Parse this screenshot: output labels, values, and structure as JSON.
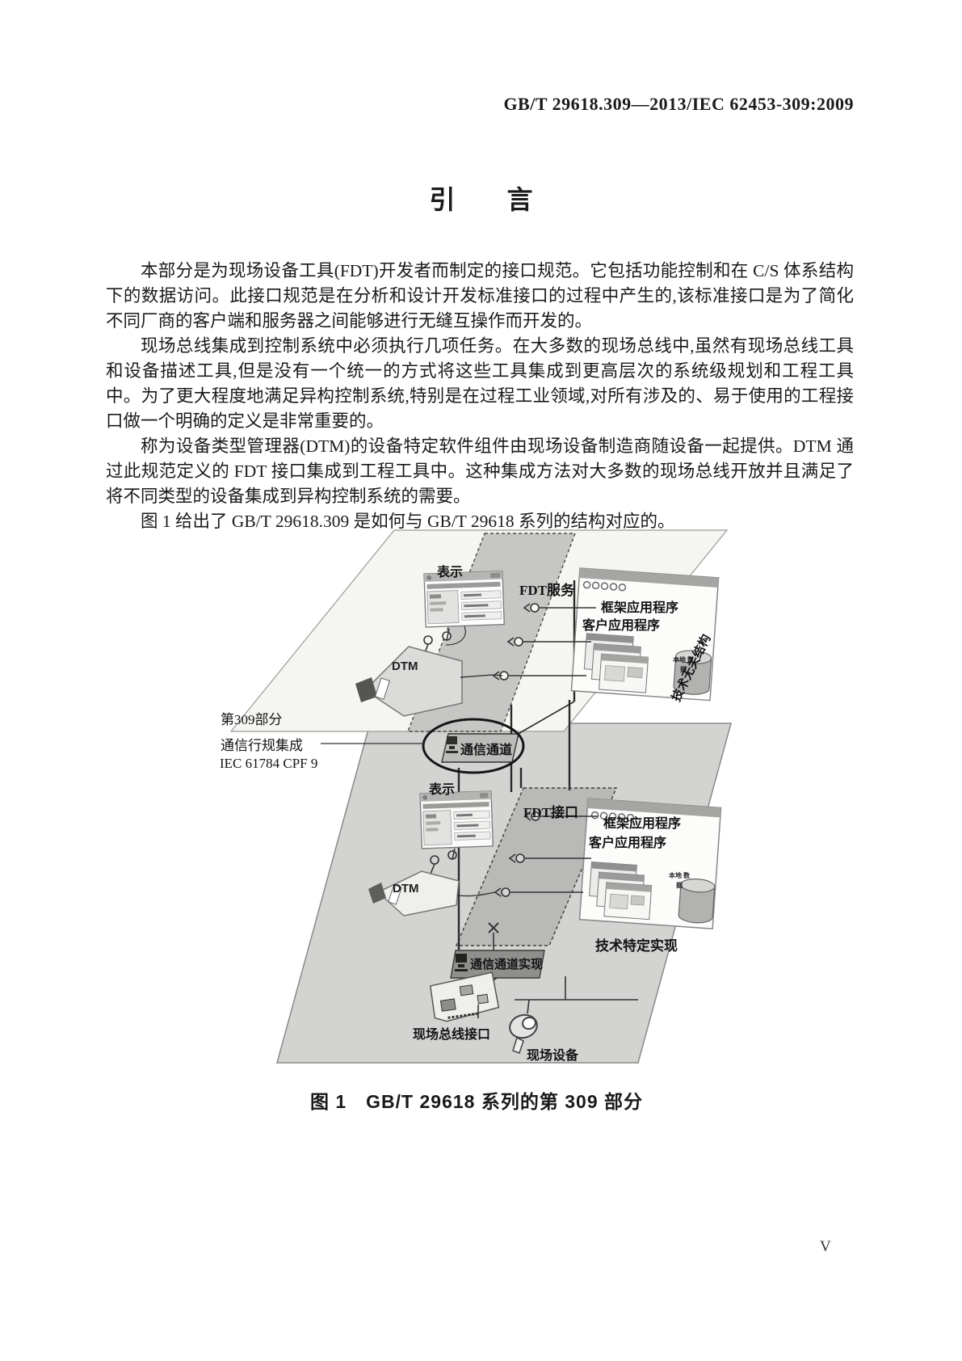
{
  "header": {
    "standard_number": "GB/T 29618.309—2013/IEC 62453-309:2009"
  },
  "title": "引　　言",
  "paragraphs": {
    "p1": "本部分是为现场设备工具(FDT)开发者而制定的接口规范。它包括功能控制和在 C/S 体系结构下的数据访问。此接口规范是在分析和设计开发标准接口的过程中产生的,该标准接口是为了简化不同厂商的客户端和服务器之间能够进行无缝互操作而开发的。",
    "p2": "现场总线集成到控制系统中必须执行几项任务。在大多数的现场总线中,虽然有现场总线工具和设备描述工具,但是没有一个统一的方式将这些工具集成到更高层次的系统级规划和工程工具中。为了更大程度地满足异构控制系统,特别是在过程工业领域,对所有涉及的、易于使用的工程接口做一个明确的定义是非常重要的。",
    "p3": "称为设备类型管理器(DTM)的设备特定软件组件由现场设备制造商随设备一起提供。DTM 通过此规范定义的 FDT 接口集成到工程工具中。这种集成方法对大多数的现场总线开放并且满足了将不同类型的设备集成到异构控制系统的需要。",
    "p4": "图 1 给出了 GB/T 29618.309 是如何与 GB/T 29618 系列的结构对应的。"
  },
  "figure": {
    "caption": "图 1　GB/T 29618 系列的第 309 部分",
    "upper_plane": {
      "presentation": "表示",
      "fdt_services": "FDT服务",
      "frame_application": "框架应用程序",
      "client_application": "客户应用程序",
      "dtm": "DTM",
      "local_data": "本地 数据",
      "tech_independent": "技术无关结构"
    },
    "side_labels": {
      "part": "第309部分",
      "profile_integration": "通信行规集成",
      "iec_ref": "IEC 61784 CPF 9"
    },
    "communication_channel": "通信通道",
    "lower_plane": {
      "presentation": "表示",
      "fdt_interface": "FDT接口",
      "frame_application": "框架应用程序",
      "client_application": "客户应用程序",
      "dtm": "DTM",
      "local_data": "本地 数据",
      "tech_specific": "技术特定实现",
      "channel_implementation": "通信通道实现",
      "fieldbus_interface": "现场总线接口",
      "field_device": "现场设备"
    }
  },
  "footer": {
    "page_number": "V"
  }
}
